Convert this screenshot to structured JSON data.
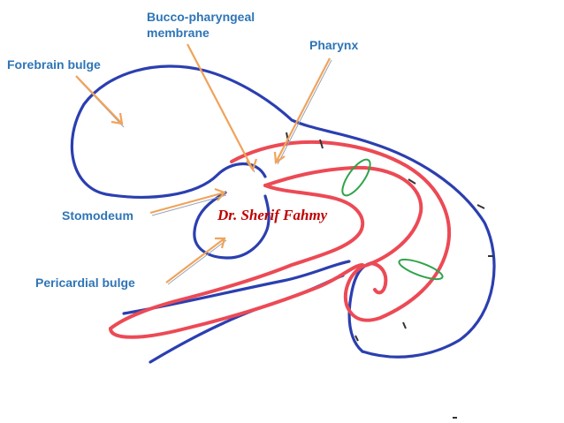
{
  "labels": {
    "bucco_pharyngeal_line1": "Bucco-pharyngeal",
    "bucco_pharyngeal_line2": "membrane",
    "pharynx": "Pharynx",
    "forebrain_bulge": "Forebrain bulge",
    "stomodeum": "Stomodeum",
    "pericardial_bulge": "Pericardial bulge"
  },
  "signature": "Dr. Sherif Fahmy",
  "colors": {
    "label_text": "#2e75b6",
    "ectoderm_outline": "#2b3fb0",
    "endoderm_outline": "#ec4a55",
    "arch_vessels": "#2fa34a",
    "arrows": "#f0a35a",
    "signature": "#c00000"
  }
}
